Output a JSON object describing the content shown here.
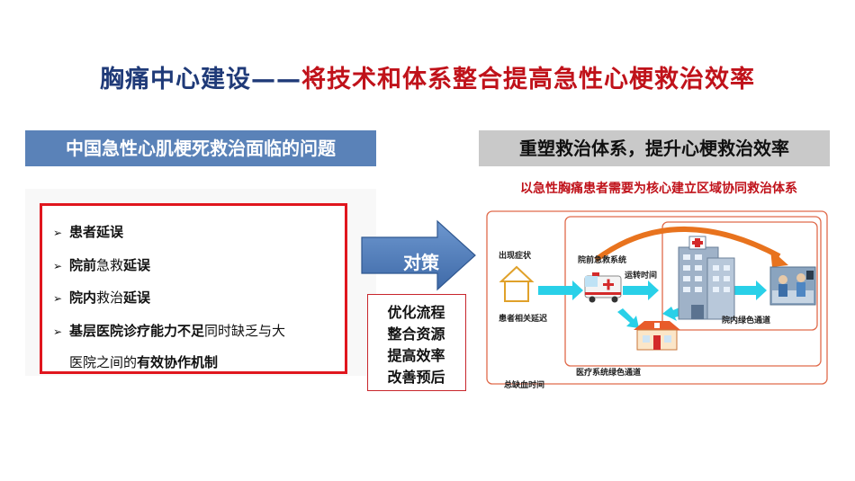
{
  "title": {
    "part1": "胸痛中心建设",
    "dash": "——",
    "part2": "将技术和体系整合提高急性心梗救治效率"
  },
  "left": {
    "header": "中国急性心肌梗死救治面临的问题",
    "items": [
      {
        "bold1": "患者延误"
      },
      {
        "bold1": "院前",
        "normal": "急救",
        "bold2": "延误"
      },
      {
        "bold1": "院内",
        "normal": "救治",
        "bold2": "延误"
      },
      {
        "bold1": "基层医院诊疗能力不足",
        "normal": "同时缺乏与大"
      }
    ],
    "item4_line2_normal": "医院之间的",
    "item4_line2_bold": "有效协作机制"
  },
  "arrow": {
    "label": "对策"
  },
  "strategies": [
    "优化流程",
    "整合资源",
    "提高效率",
    "改善预后"
  ],
  "right": {
    "header": "重塑救治体系，提升心梗救治效率",
    "subtitle": "以急性胸痛患者需要为核心建立区域协同救治体系",
    "diagram": {
      "symptom": "出现症状",
      "patient_delay": "患者相关延迟",
      "prehospital": "院前急救系统",
      "transfer_time": "运转时间",
      "inhospital_green": "院内绿色通道",
      "medical_green": "医疗系统绿色通道",
      "total_ischemia": "总缺血时间"
    }
  },
  "colors": {
    "title_blue": "#1f3a78",
    "title_red": "#c0121a",
    "left_header_bg": "#5a82b8",
    "right_header_bg": "#c9c9c9",
    "arrow_fill": "#4a78b6",
    "problem_border": "#e0161e",
    "diagram_outline": "#e06a4a",
    "flow_arrow": "#29d0e8",
    "curve_arrow": "#e8731e"
  }
}
